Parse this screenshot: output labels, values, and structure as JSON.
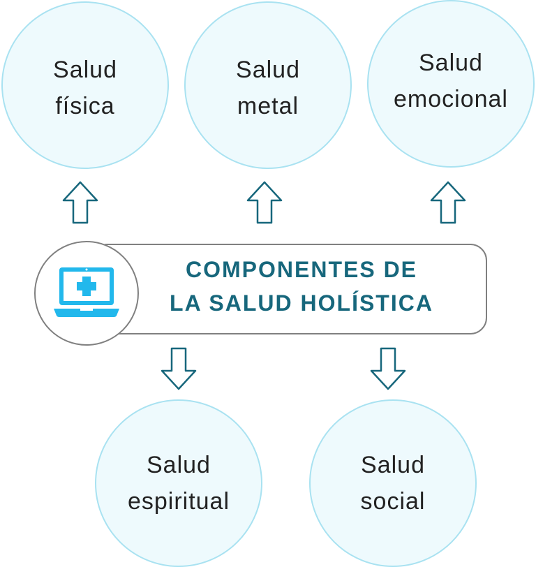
{
  "components": [
    {
      "id": "fisica",
      "line1": "Salud",
      "line2": "física"
    },
    {
      "id": "metal",
      "line1": "Salud",
      "line2": "metal"
    },
    {
      "id": "emocional",
      "line1": "Salud",
      "line2": "emocional"
    },
    {
      "id": "espiritual",
      "line1": "Salud",
      "line2": "espiritual"
    },
    {
      "id": "social",
      "line1": "Salud",
      "line2": "social"
    }
  ],
  "center": {
    "line1": "COMPONENTES DE",
    "line2": "LA SALUD HOLÍSTICA",
    "icon": "laptop-medical-cross-icon"
  },
  "colors": {
    "circle_fill": "#eefafd",
    "circle_border": "#a9e2f1",
    "arrow": "#17677c",
    "title": "#17677c",
    "icon": "#22b8ec",
    "banner_border": "#808080"
  }
}
